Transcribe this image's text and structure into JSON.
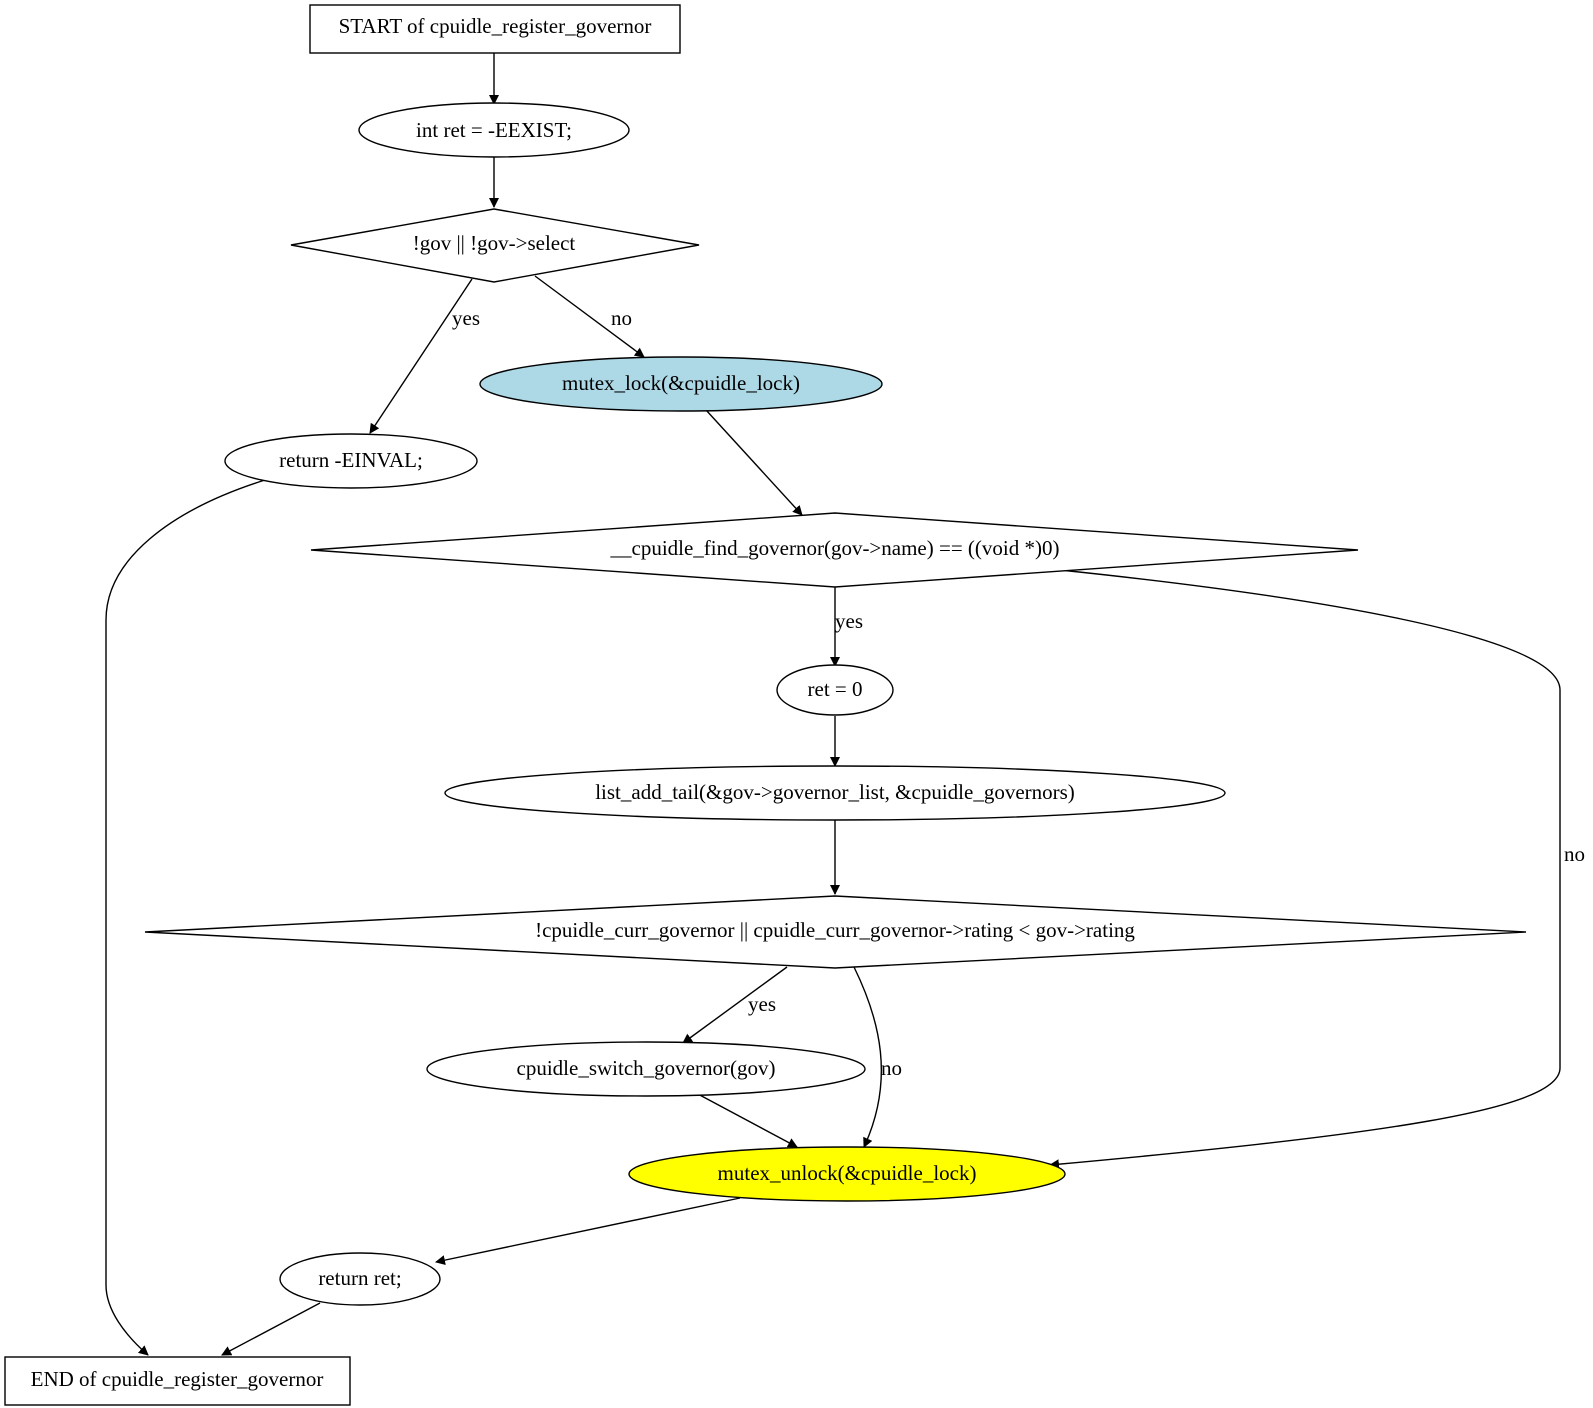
{
  "title": "",
  "nodes": {
    "start": "START of cpuidle_register_governor",
    "init_ret": "int ret = -EEXIST;",
    "check_gov": "!gov || !gov->select",
    "return_einval": "return -EINVAL;",
    "mutex_lock": "mutex_lock(&cpuidle_lock)",
    "find_governor": "__cpuidle_find_governor(gov->name) == ((void *)0)",
    "ret_zero": "ret = 0",
    "list_add": "list_add_tail(&gov->governor_list, &cpuidle_governors)",
    "check_rating": "!cpuidle_curr_governor || cpuidle_curr_governor->rating < gov->rating",
    "switch_governor": "cpuidle_switch_governor(gov)",
    "mutex_unlock": "mutex_unlock(&cpuidle_lock)",
    "return_ret": "return ret;",
    "end": "END of cpuidle_register_governor"
  },
  "edge_labels": {
    "check_gov_yes": "yes",
    "check_gov_no": "no",
    "find_yes": "yes",
    "find_no": "no",
    "rating_yes": "yes",
    "rating_no": "no"
  },
  "colors": {
    "mutex_lock_fill": "#add8e6",
    "mutex_unlock_fill": "#ffff00",
    "default_fill": "#ffffff",
    "stroke": "#000000"
  }
}
